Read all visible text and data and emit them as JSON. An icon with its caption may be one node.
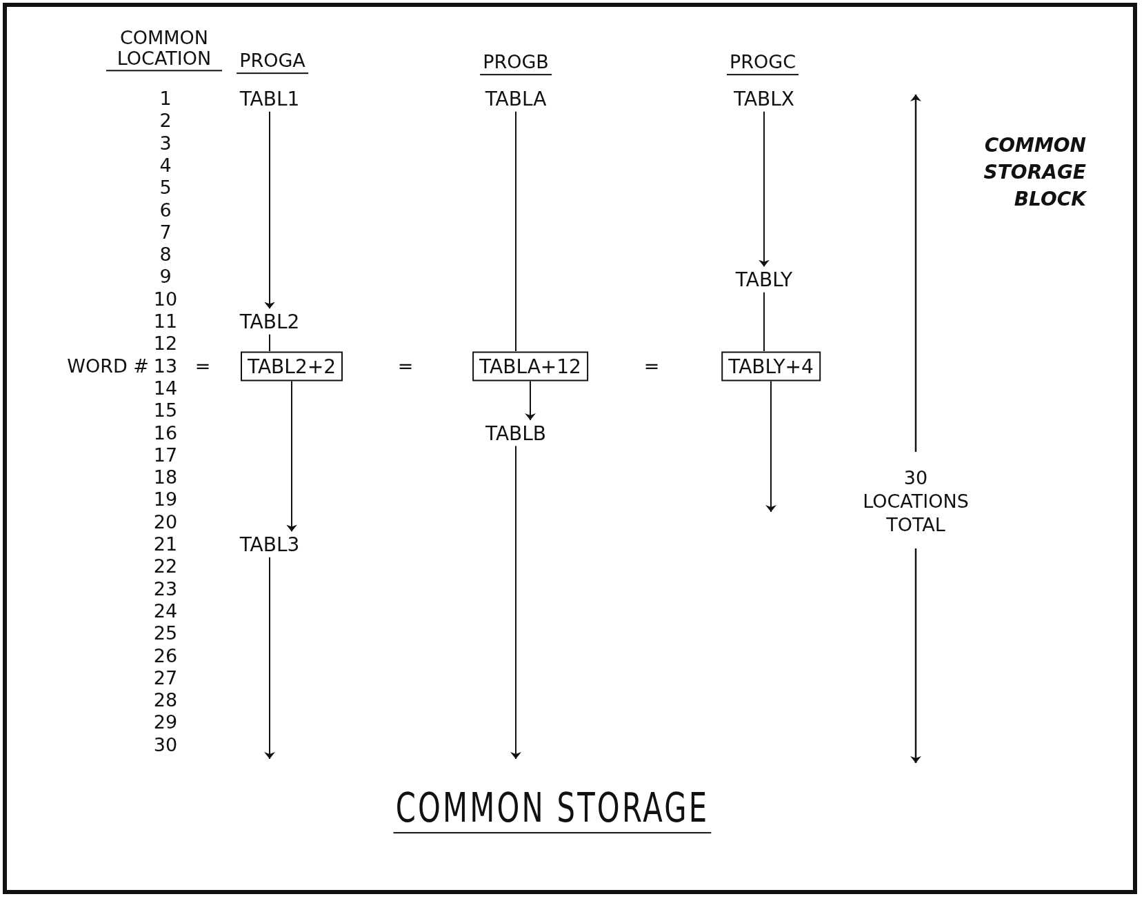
{
  "diagram": {
    "caption": "COMMON STORAGE",
    "nodes": [
      {
        "text": [
          "TABL1"
        ]
      },
      {
        "text": [
          "TABL2"
        ]
      },
      {
        "text": [
          "TABL2+2"
        ]
      },
      {
        "text": [
          "TABL3"
        ]
      },
      {
        "text": [
          "TABLA"
        ]
      },
      {
        "text": [
          "TABLA+12"
        ]
      },
      {
        "text": [
          "TABLB"
        ]
      },
      {
        "text": [
          "TABLX"
        ]
      },
      {
        "text": [
          "TABLY"
        ]
      },
      {
        "text": [
          "TABLY+4"
        ]
      }
    ],
    "edges": [
      {
        "from": 0,
        "to": 1,
        "arrow": "to"
      },
      {
        "from": 1,
        "to": 2,
        "arrow": "none"
      },
      {
        "from": 2,
        "to": 3,
        "arrow": "to"
      },
      {
        "from": 3,
        "to": null,
        "arrow": "to"
      },
      {
        "from": 4,
        "to": 5,
        "arrow": "none"
      },
      {
        "from": 5,
        "to": 6,
        "arrow": "to"
      },
      {
        "from": 6,
        "to": null,
        "arrow": "to"
      },
      {
        "from": 7,
        "to": 8,
        "arrow": "to"
      },
      {
        "from": 8,
        "to": 9,
        "arrow": "none"
      },
      {
        "from": 9,
        "to": null,
        "arrow": "to"
      }
    ],
    "labels": [
      "COMMON LOCATION",
      "PROGA",
      "PROGB",
      "PROGC",
      "1",
      "2",
      "3",
      "4",
      "5",
      "6",
      "7",
      "8",
      "9",
      "10",
      "11",
      "12",
      "13",
      "14",
      "15",
      "16",
      "17",
      "18",
      "19",
      "20",
      "21",
      "22",
      "23",
      "24",
      "25",
      "26",
      "27",
      "28",
      "29",
      "30",
      "WORD #",
      "=",
      "=",
      "=",
      "COMMON STORAGE BLOCK",
      "30 LOCATIONS TOTAL"
    ]
  }
}
